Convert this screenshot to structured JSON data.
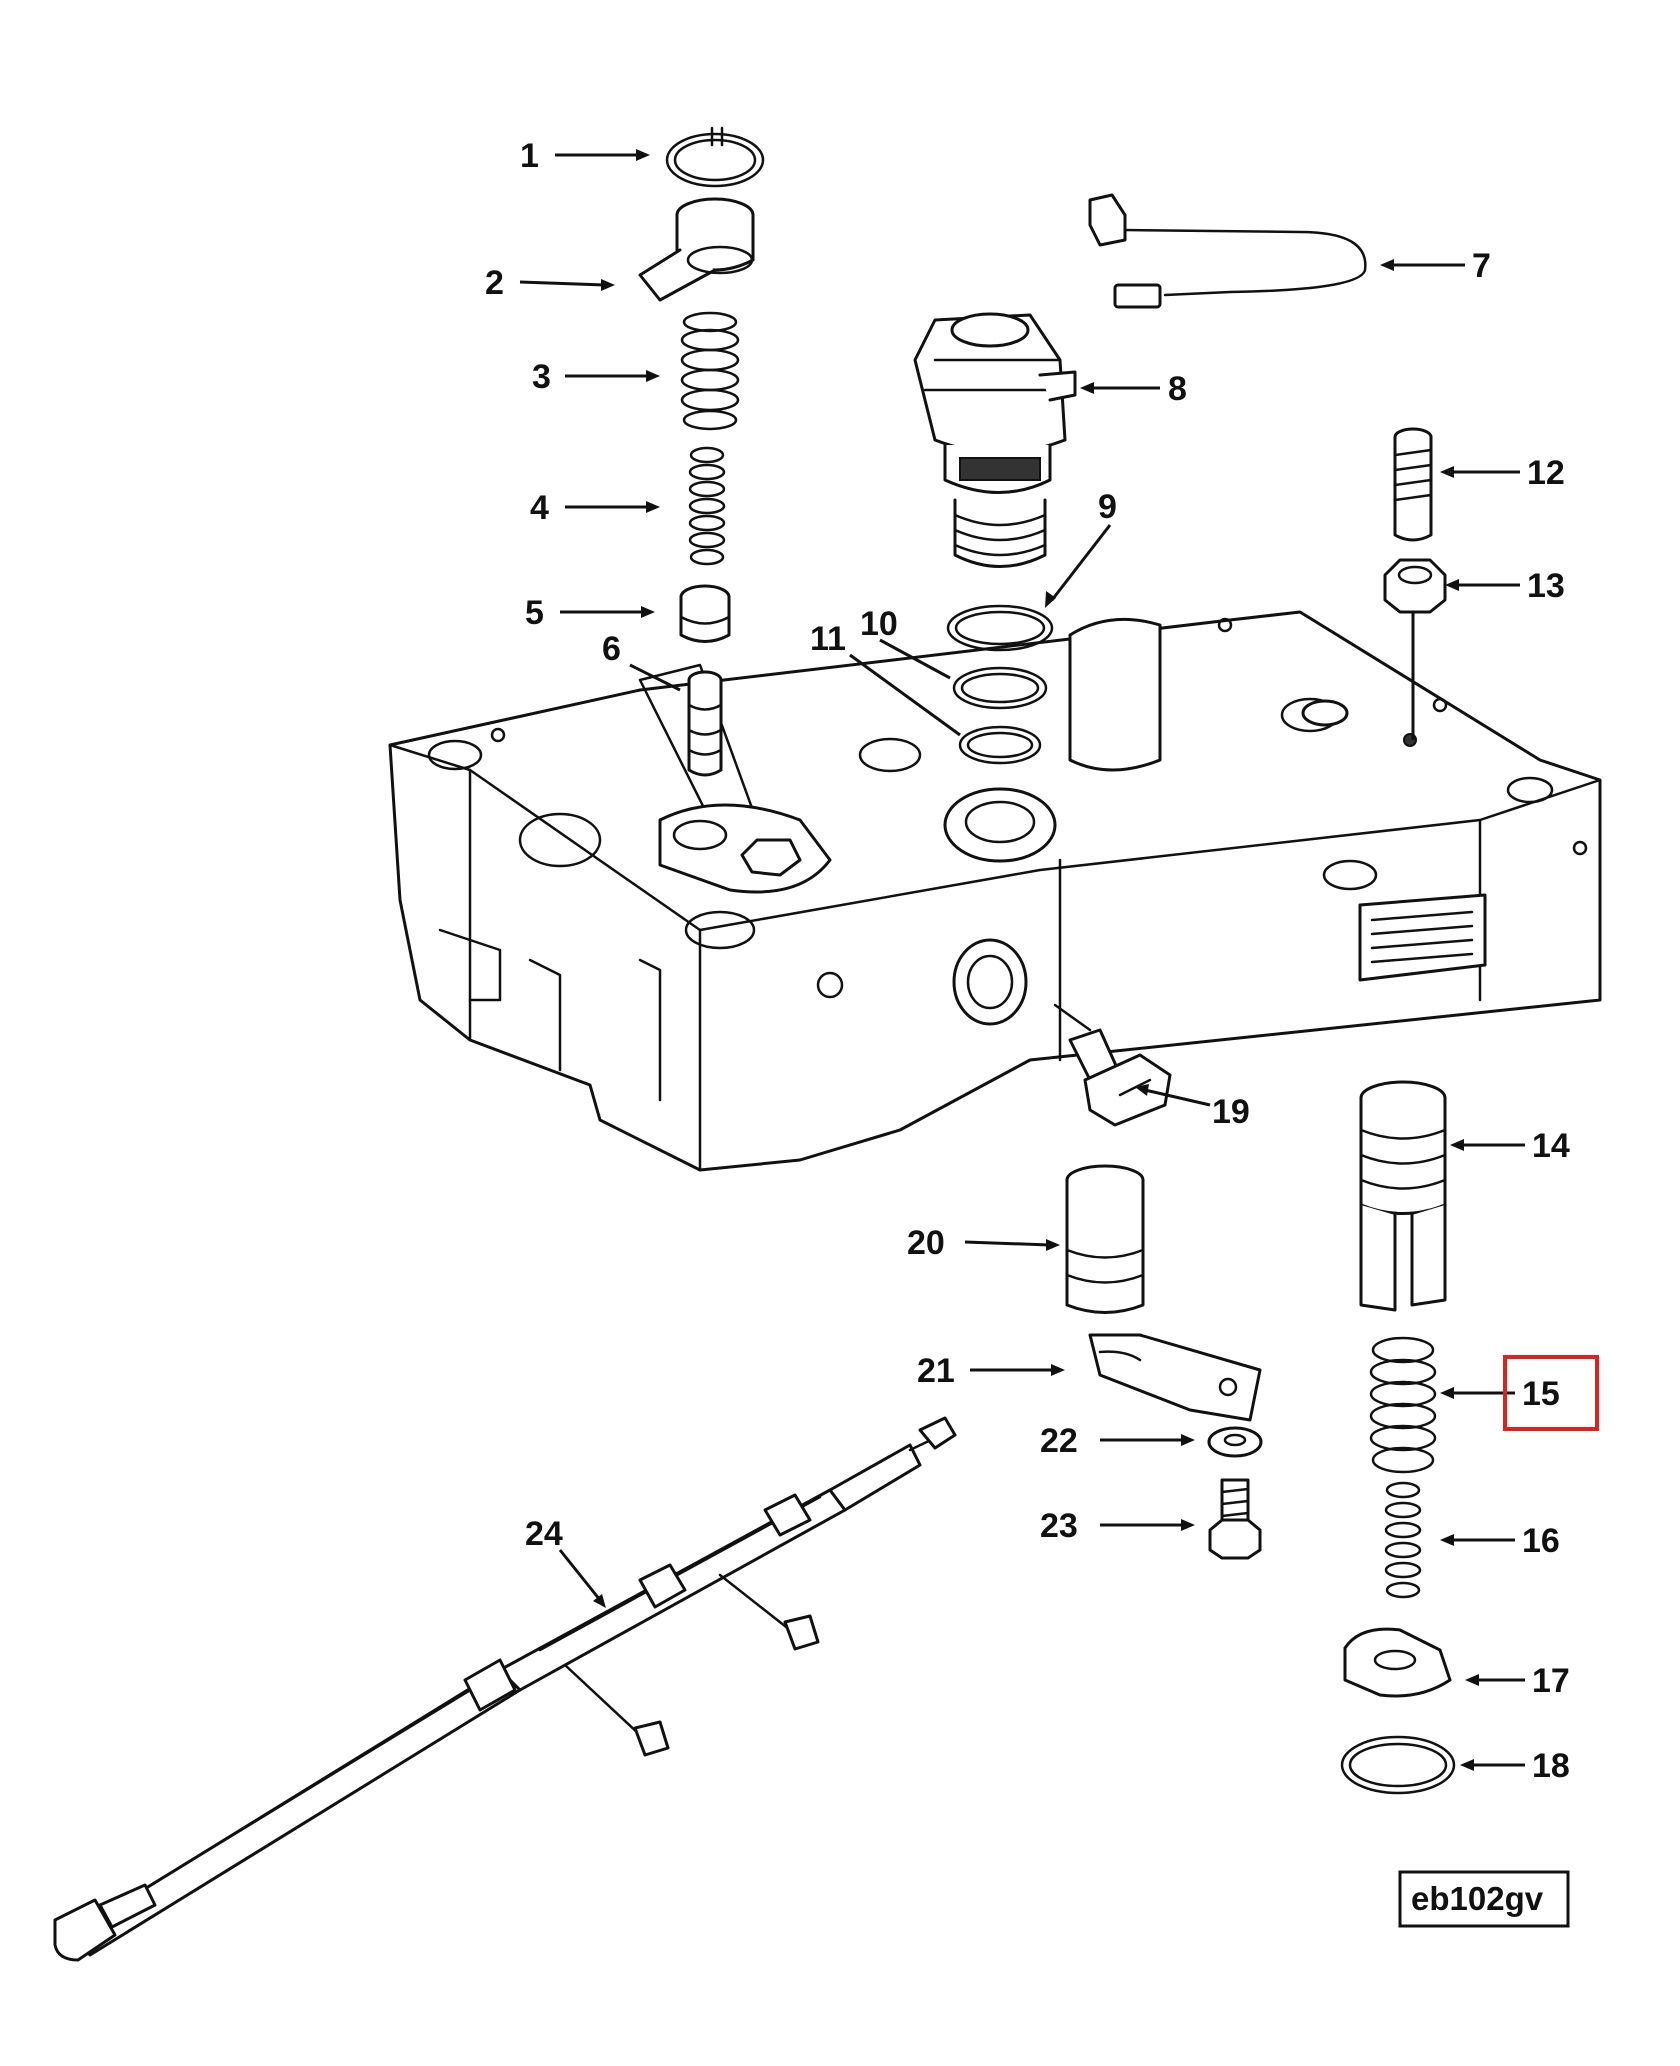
{
  "callouts": [
    {
      "id": "1",
      "label": "1"
    },
    {
      "id": "2",
      "label": "2"
    },
    {
      "id": "3",
      "label": "3"
    },
    {
      "id": "4",
      "label": "4"
    },
    {
      "id": "5",
      "label": "5"
    },
    {
      "id": "6",
      "label": "6"
    },
    {
      "id": "7",
      "label": "7"
    },
    {
      "id": "8",
      "label": "8"
    },
    {
      "id": "9",
      "label": "9"
    },
    {
      "id": "10",
      "label": "10"
    },
    {
      "id": "11",
      "label": "11"
    },
    {
      "id": "12",
      "label": "12"
    },
    {
      "id": "13",
      "label": "13"
    },
    {
      "id": "14",
      "label": "14"
    },
    {
      "id": "15",
      "label": "15"
    },
    {
      "id": "16",
      "label": "16"
    },
    {
      "id": "17",
      "label": "17"
    },
    {
      "id": "18",
      "label": "18"
    },
    {
      "id": "19",
      "label": "19"
    },
    {
      "id": "20",
      "label": "20"
    },
    {
      "id": "21",
      "label": "21"
    },
    {
      "id": "22",
      "label": "22"
    },
    {
      "id": "23",
      "label": "23"
    },
    {
      "id": "24",
      "label": "24"
    }
  ],
  "highlighted_callout": "15",
  "reference_code": "eb102gv",
  "colors": {
    "ink": "#111111",
    "background": "#ffffff",
    "highlight": "#e0201b"
  }
}
